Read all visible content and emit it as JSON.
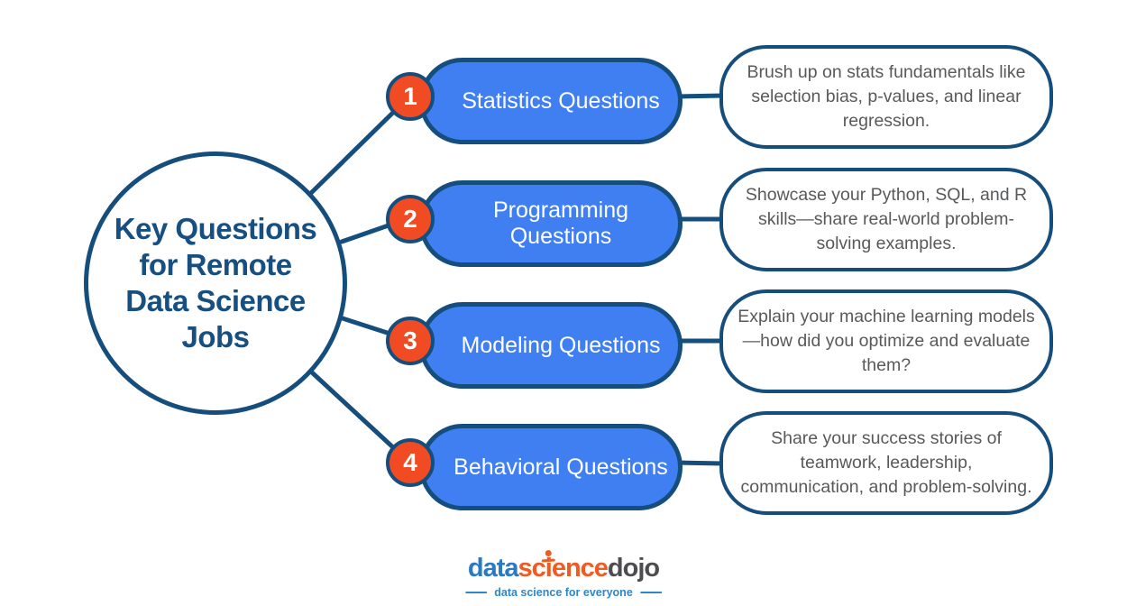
{
  "center": {
    "title_lines": [
      "Key Questions",
      "for  Remote",
      "Data Science",
      "Jobs"
    ]
  },
  "items": [
    {
      "number": "1",
      "label_lines": [
        "Statistics Questions"
      ],
      "description": "Brush up on stats fundamentals like selection bias, p-values, and linear regression."
    },
    {
      "number": "2",
      "label_lines": [
        "Programming",
        "Questions"
      ],
      "description": "Showcase your Python, SQL, and R skills—share real-world problem-solving examples."
    },
    {
      "number": "3",
      "label_lines": [
        "Modeling Questions"
      ],
      "description": "Explain your machine learning models—how did you optimize and evaluate them?"
    },
    {
      "number": "4",
      "label_lines": [
        "Behavioral Questions"
      ],
      "description": "Share your success stories of teamwork, leadership, communication, and problem-solving."
    }
  ],
  "logo": {
    "part_data": "data",
    "part_sc": "sc",
    "part_i": "i",
    "part_ence": "ence",
    "part_dojo": "dojo",
    "tagline": "data science for everyone"
  },
  "colors": {
    "navy": "#154e7d",
    "pill_blue": "#3f7ff1",
    "orange": "#f04b22",
    "body_text_gray": "#58595b",
    "logo_blue": "#2b79c4",
    "logo_orange": "#f15b22",
    "logo_gray": "#4d4d4f"
  }
}
